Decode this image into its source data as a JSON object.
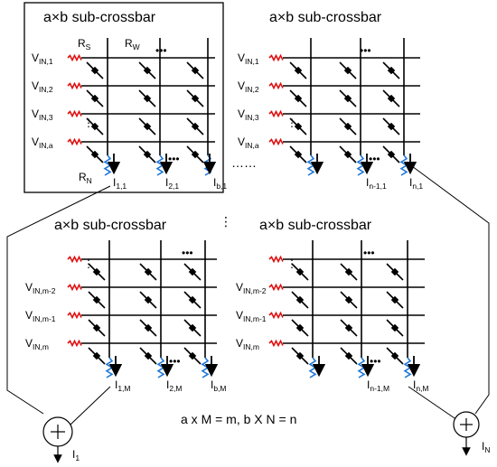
{
  "figure": {
    "equation": "a x M = m, b X N = n",
    "horizontal_dots": "……",
    "vertical_dots": "⋮"
  },
  "blocks": [
    {
      "title": "a×b sub-crossbar",
      "framed": true,
      "resistor_labels": [
        {
          "main": "R",
          "sub": "S"
        },
        {
          "main": "R",
          "sub": "W"
        },
        {
          "main": "R",
          "sub": "N"
        }
      ],
      "row_labels": [
        {
          "main": "V",
          "sub": "IN,1"
        },
        {
          "main": "V",
          "sub": "IN,2"
        },
        {
          "main": "V",
          "sub": "IN,3"
        },
        {
          "main": "V",
          "sub": "IN,a"
        }
      ],
      "col_labels": [
        {
          "main": "I",
          "sub": "1,1"
        },
        {
          "main": "I",
          "sub": "2,1"
        },
        {
          "main": "I",
          "sub": "b,1"
        }
      ]
    },
    {
      "title": "a×b sub-crossbar",
      "framed": false,
      "resistor_labels": [],
      "row_labels": [
        {
          "main": "V",
          "sub": "IN,1"
        },
        {
          "main": "V",
          "sub": "IN,2"
        },
        {
          "main": "V",
          "sub": "IN,3"
        },
        {
          "main": "V",
          "sub": "IN,a"
        }
      ],
      "col_labels": [
        {
          "main": "I",
          "sub": "n-1,1"
        },
        {
          "main": "I",
          "sub": "n,1"
        }
      ]
    },
    {
      "title": "a×b sub-crossbar",
      "framed": false,
      "resistor_labels": [],
      "row_labels": [
        {
          "main": "V",
          "sub": "IN,m-2"
        },
        {
          "main": "V",
          "sub": "IN,m-1"
        },
        {
          "main": "V",
          "sub": "IN,m"
        }
      ],
      "col_labels": [
        {
          "main": "I",
          "sub": "1,M"
        },
        {
          "main": "I",
          "sub": "2,M"
        },
        {
          "main": "I",
          "sub": "b,M"
        }
      ]
    },
    {
      "title": "a×b sub-crossbar",
      "framed": false,
      "resistor_labels": [],
      "row_labels": [
        {
          "main": "V",
          "sub": "IN,m-2"
        },
        {
          "main": "V",
          "sub": "IN,m-1"
        },
        {
          "main": "V",
          "sub": "IN,m"
        }
      ],
      "col_labels": [
        {
          "main": "I",
          "sub": "n-1,M"
        },
        {
          "main": "I",
          "sub": "n,M"
        }
      ]
    }
  ],
  "outputs": [
    {
      "main": "I",
      "sub": "1"
    },
    {
      "main": "I",
      "sub": "N"
    }
  ]
}
